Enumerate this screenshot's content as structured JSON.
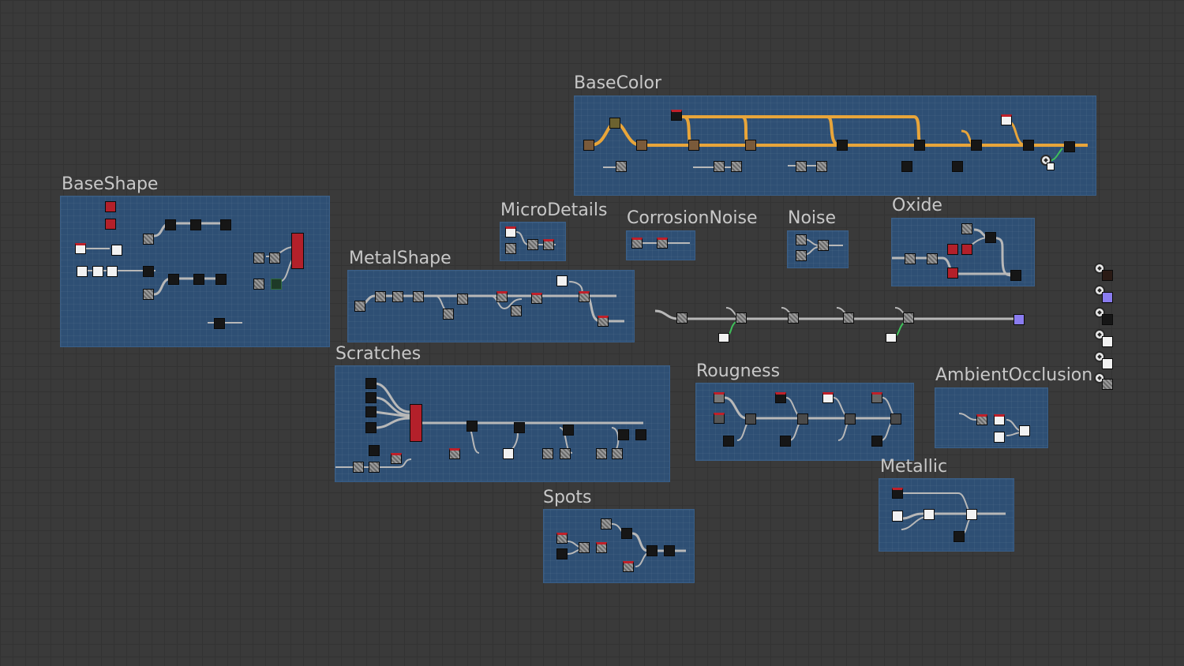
{
  "graph": {
    "frames": {
      "base_color": "BaseColor",
      "base_shape": "BaseShape",
      "micro_details": "MicroDetails",
      "corrosion_noise": "CorrosionNoise",
      "noise": "Noise",
      "oxide": "Oxide",
      "metal_shape": "MetalShape",
      "scratches": "Scratches",
      "rougness": "Rougness",
      "ambient_occlusion": "AmbientOcclusion",
      "metallic": "Metallic",
      "spots": "Spots"
    },
    "colors": {
      "canvas": "#3a3a3a",
      "frame": "#2e4f74",
      "wire_orange": "#e8a53a",
      "wire_gray": "#b8b8b8",
      "wire_green": "#3fbf5a"
    }
  }
}
